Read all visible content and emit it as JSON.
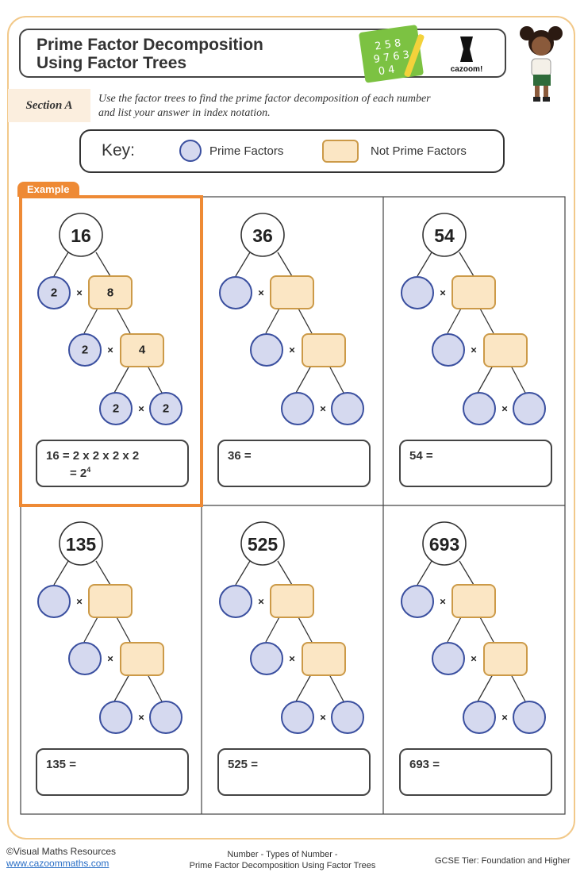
{
  "header": {
    "title_line1": "Prime Factor Decomposition",
    "title_line2": "Using Factor Trees",
    "logo_text": "cazoom!"
  },
  "section": {
    "label": "Section A",
    "instructions_line1": "Use the factor trees to find the prime factor decomposition of each number",
    "instructions_line2": "and list your answer in index notation."
  },
  "key": {
    "title": "Key:",
    "prime_label": "Prime Factors",
    "not_prime_label": "Not Prime Factors"
  },
  "example_tab": "Example",
  "colors": {
    "prime_fill": "#d5d9ef",
    "prime_stroke": "#3a4f9f",
    "nonprime_fill": "#fbe6c4",
    "nonprime_stroke": "#cc9a48",
    "accent_orange": "#ee8a35"
  },
  "trees": [
    {
      "number": "16",
      "a1": "2",
      "b1": "8",
      "a2": "2",
      "b2": "4",
      "a3": "2",
      "b3": "2",
      "answer_line1": "16  =  2 x 2 x 2 x 2",
      "answer_line2_base": "=  2",
      "answer_line2_exp": "4"
    },
    {
      "number": "36",
      "answer_line1": "36  ="
    },
    {
      "number": "54",
      "answer_line1": "54  ="
    },
    {
      "number": "135",
      "answer_line1": "135  ="
    },
    {
      "number": "525",
      "answer_line1": "525  ="
    },
    {
      "number": "693",
      "answer_line1": "693  ="
    }
  ],
  "times_symbol": "×",
  "footer": {
    "copyright": "©Visual Maths Resources",
    "website": "www.cazoommaths.com",
    "center_line1": "Number - Types of Number -",
    "center_line2": "Prime Factor Decomposition Using Factor Trees",
    "tier": "GCSE Tier: Foundation and Higher"
  }
}
